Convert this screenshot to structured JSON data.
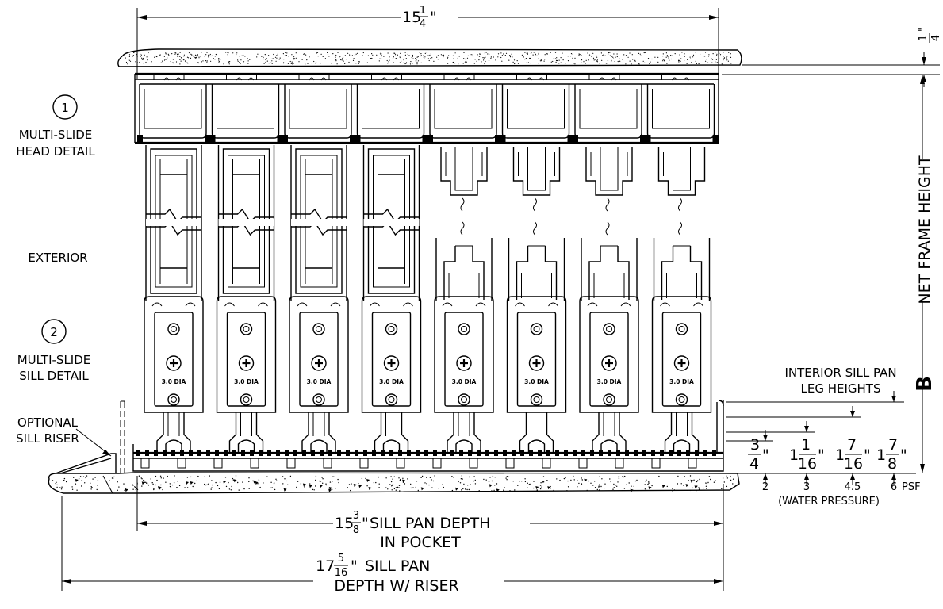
{
  "labels": {
    "head_num": "1",
    "head_l1": "MULTI-SLIDE",
    "head_l2": "HEAD DETAIL",
    "exterior": "EXTERIOR",
    "sill_num": "2",
    "sill_l1": "MULTI-SLIDE",
    "sill_l2": "SILL DETAIL",
    "riser_l1": "OPTIONAL",
    "riser_l2": "SILL RISER",
    "interior_l1": "INTERIOR SILL PAN",
    "interior_l2": "LEG HEIGHTS",
    "net_frame_height": "NET FRAME HEIGHT",
    "b_marker": "B",
    "water_pressure": "(WATER PRESSURE)",
    "dia_label": "3.0 DIA"
  },
  "dimensions": {
    "top_width": {
      "whole": "15",
      "num": "1",
      "den": "4",
      "unit": "\""
    },
    "head_gap": {
      "num": "1",
      "den": "4",
      "unit": "\""
    },
    "pan_depth": {
      "whole": "15",
      "num": "3",
      "den": "8",
      "unit": "\"",
      "text1": "SILL PAN DEPTH",
      "text2": "IN POCKET"
    },
    "riser_depth": {
      "whole": "17",
      "num": "5",
      "den": "16",
      "unit": "\"",
      "text1": "SILL PAN",
      "text2": "DEPTH W/ RISER"
    }
  },
  "leg_heights": [
    {
      "whole": "",
      "num": "3",
      "den": "4",
      "unit": "\"",
      "psf": "2"
    },
    {
      "whole": "1",
      "num": "1",
      "den": "16",
      "unit": "\"",
      "psf": "3"
    },
    {
      "whole": "1",
      "num": "7",
      "den": "16",
      "unit": "\"",
      "psf": "4.5"
    },
    {
      "whole": "1",
      "num": "7",
      "den": "8",
      "unit": "\"",
      "psf": "6"
    }
  ],
  "psf_unit": "PSF",
  "panel_count": 8,
  "panel_types": [
    "glass",
    "glass",
    "glass",
    "glass",
    "roller",
    "roller",
    "roller",
    "roller"
  ]
}
